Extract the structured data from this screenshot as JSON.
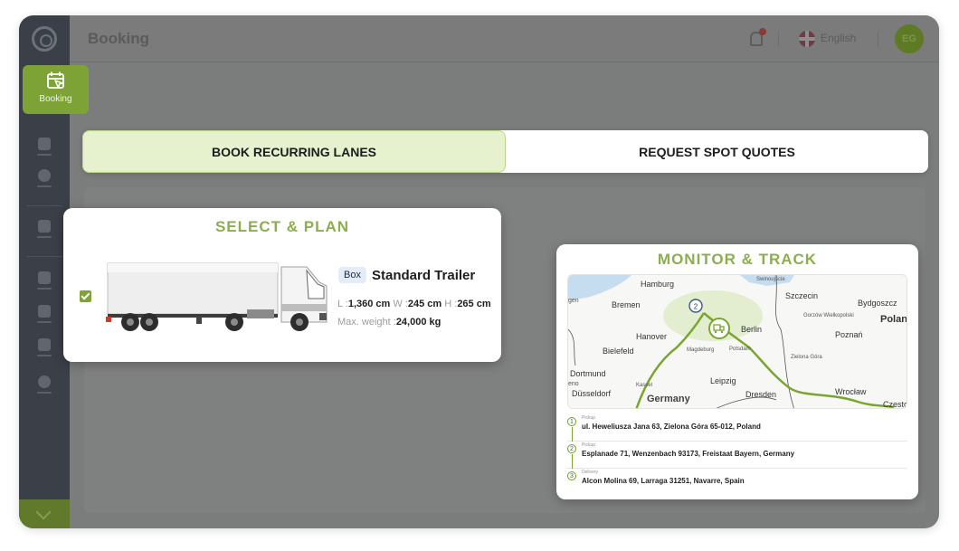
{
  "header": {
    "page_title": "Booking",
    "language": "English",
    "avatar_initials": "EG"
  },
  "sidebar": {
    "active_item": {
      "label": "Booking",
      "icon": "calendar-cursor-icon"
    }
  },
  "tabs": [
    {
      "label": "BOOK RECURRING LANES",
      "active": true
    },
    {
      "label": "REQUEST SPOT QUOTES",
      "active": false
    }
  ],
  "select_card": {
    "title": "SELECT & PLAN",
    "checked": true,
    "badge": "Box",
    "trailer_name": "Standard Trailer",
    "length_key": "L :",
    "length": "1,360 cm",
    "width_key": "W :",
    "width": "245 cm",
    "height_key": "H :",
    "height": "265 cm",
    "max_weight_key": "Max. weight :",
    "max_weight": "24,000 kg"
  },
  "track_card": {
    "title": "MONITOR & TRACK",
    "map": {
      "cities": {
        "hamburg": "Hamburg",
        "swinoujscie": "Swinoujście",
        "szczecin": "Szczecin",
        "bydgoszcz": "Bydgoszcz",
        "gorzow": "Gorzów Wielkopolski",
        "poland": "Polan",
        "bremen": "Bremen",
        "hanover": "Hanover",
        "berlin": "Berlin",
        "poznan": "Poznań",
        "magdeburg": "Magdeburg",
        "potsdam": "Potsdam",
        "zielona_gora": "Zielona Góra",
        "bielefeld": "Bielefeld",
        "dortmund": "Dortmund",
        "kassel": "Kassel",
        "leipzig": "Leipzig",
        "dusseldorf": "Düsseldorf",
        "germany": "Germany",
        "dresden": "Dresden",
        "wroclaw": "Wrocław",
        "czestochowa": "Czestc",
        "gen": "gen",
        "eno": "eno"
      },
      "marker_stop": "2"
    },
    "stops": [
      {
        "num": "1",
        "type": "Pickup",
        "address": "ul. Heweliusza Jana 63, Zielona Góra 65-012, Poland"
      },
      {
        "num": "2",
        "type": "Pickup",
        "address": "Esplanade 71, Wenzenbach 93173, Freistaat Bayern, Germany"
      },
      {
        "num": "3",
        "type": "Delivery",
        "address": "Alcon Molina 69, Larraga 31251, Navarre, Spain"
      }
    ]
  },
  "colors": {
    "accent": "#7da337",
    "title_green": "#8cae4e",
    "route": "#7aa531",
    "sidebar": "#3a3f48"
  }
}
